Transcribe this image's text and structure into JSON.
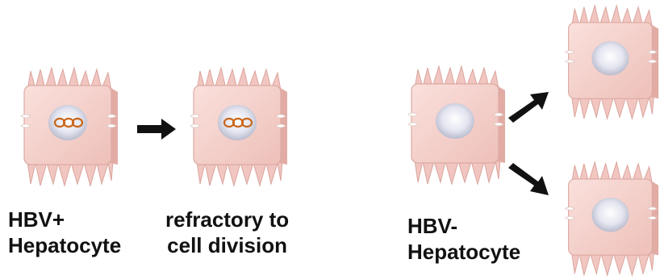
{
  "labels": {
    "hbv_positive": {
      "line1": "HBV+",
      "line2": "Hepatocyte"
    },
    "refractory": {
      "line1": "refractory to",
      "line2": "cell division"
    },
    "hbv_negative": {
      "line1": "HBV-",
      "line2": "Hepatocyte"
    }
  },
  "colors": {
    "cell_body": "#f6d3ce",
    "cell_shade": "#e6b3ad",
    "nucleus": "#d9dbe8",
    "cccdna_ring": "#c8661a",
    "arrow": "#111111",
    "text": "#111111"
  },
  "icons": {
    "hepatocyte": "hepatocyte-cell-icon",
    "cccdna": "cccdna-rings-icon",
    "arrow": "right-arrow-icon"
  }
}
